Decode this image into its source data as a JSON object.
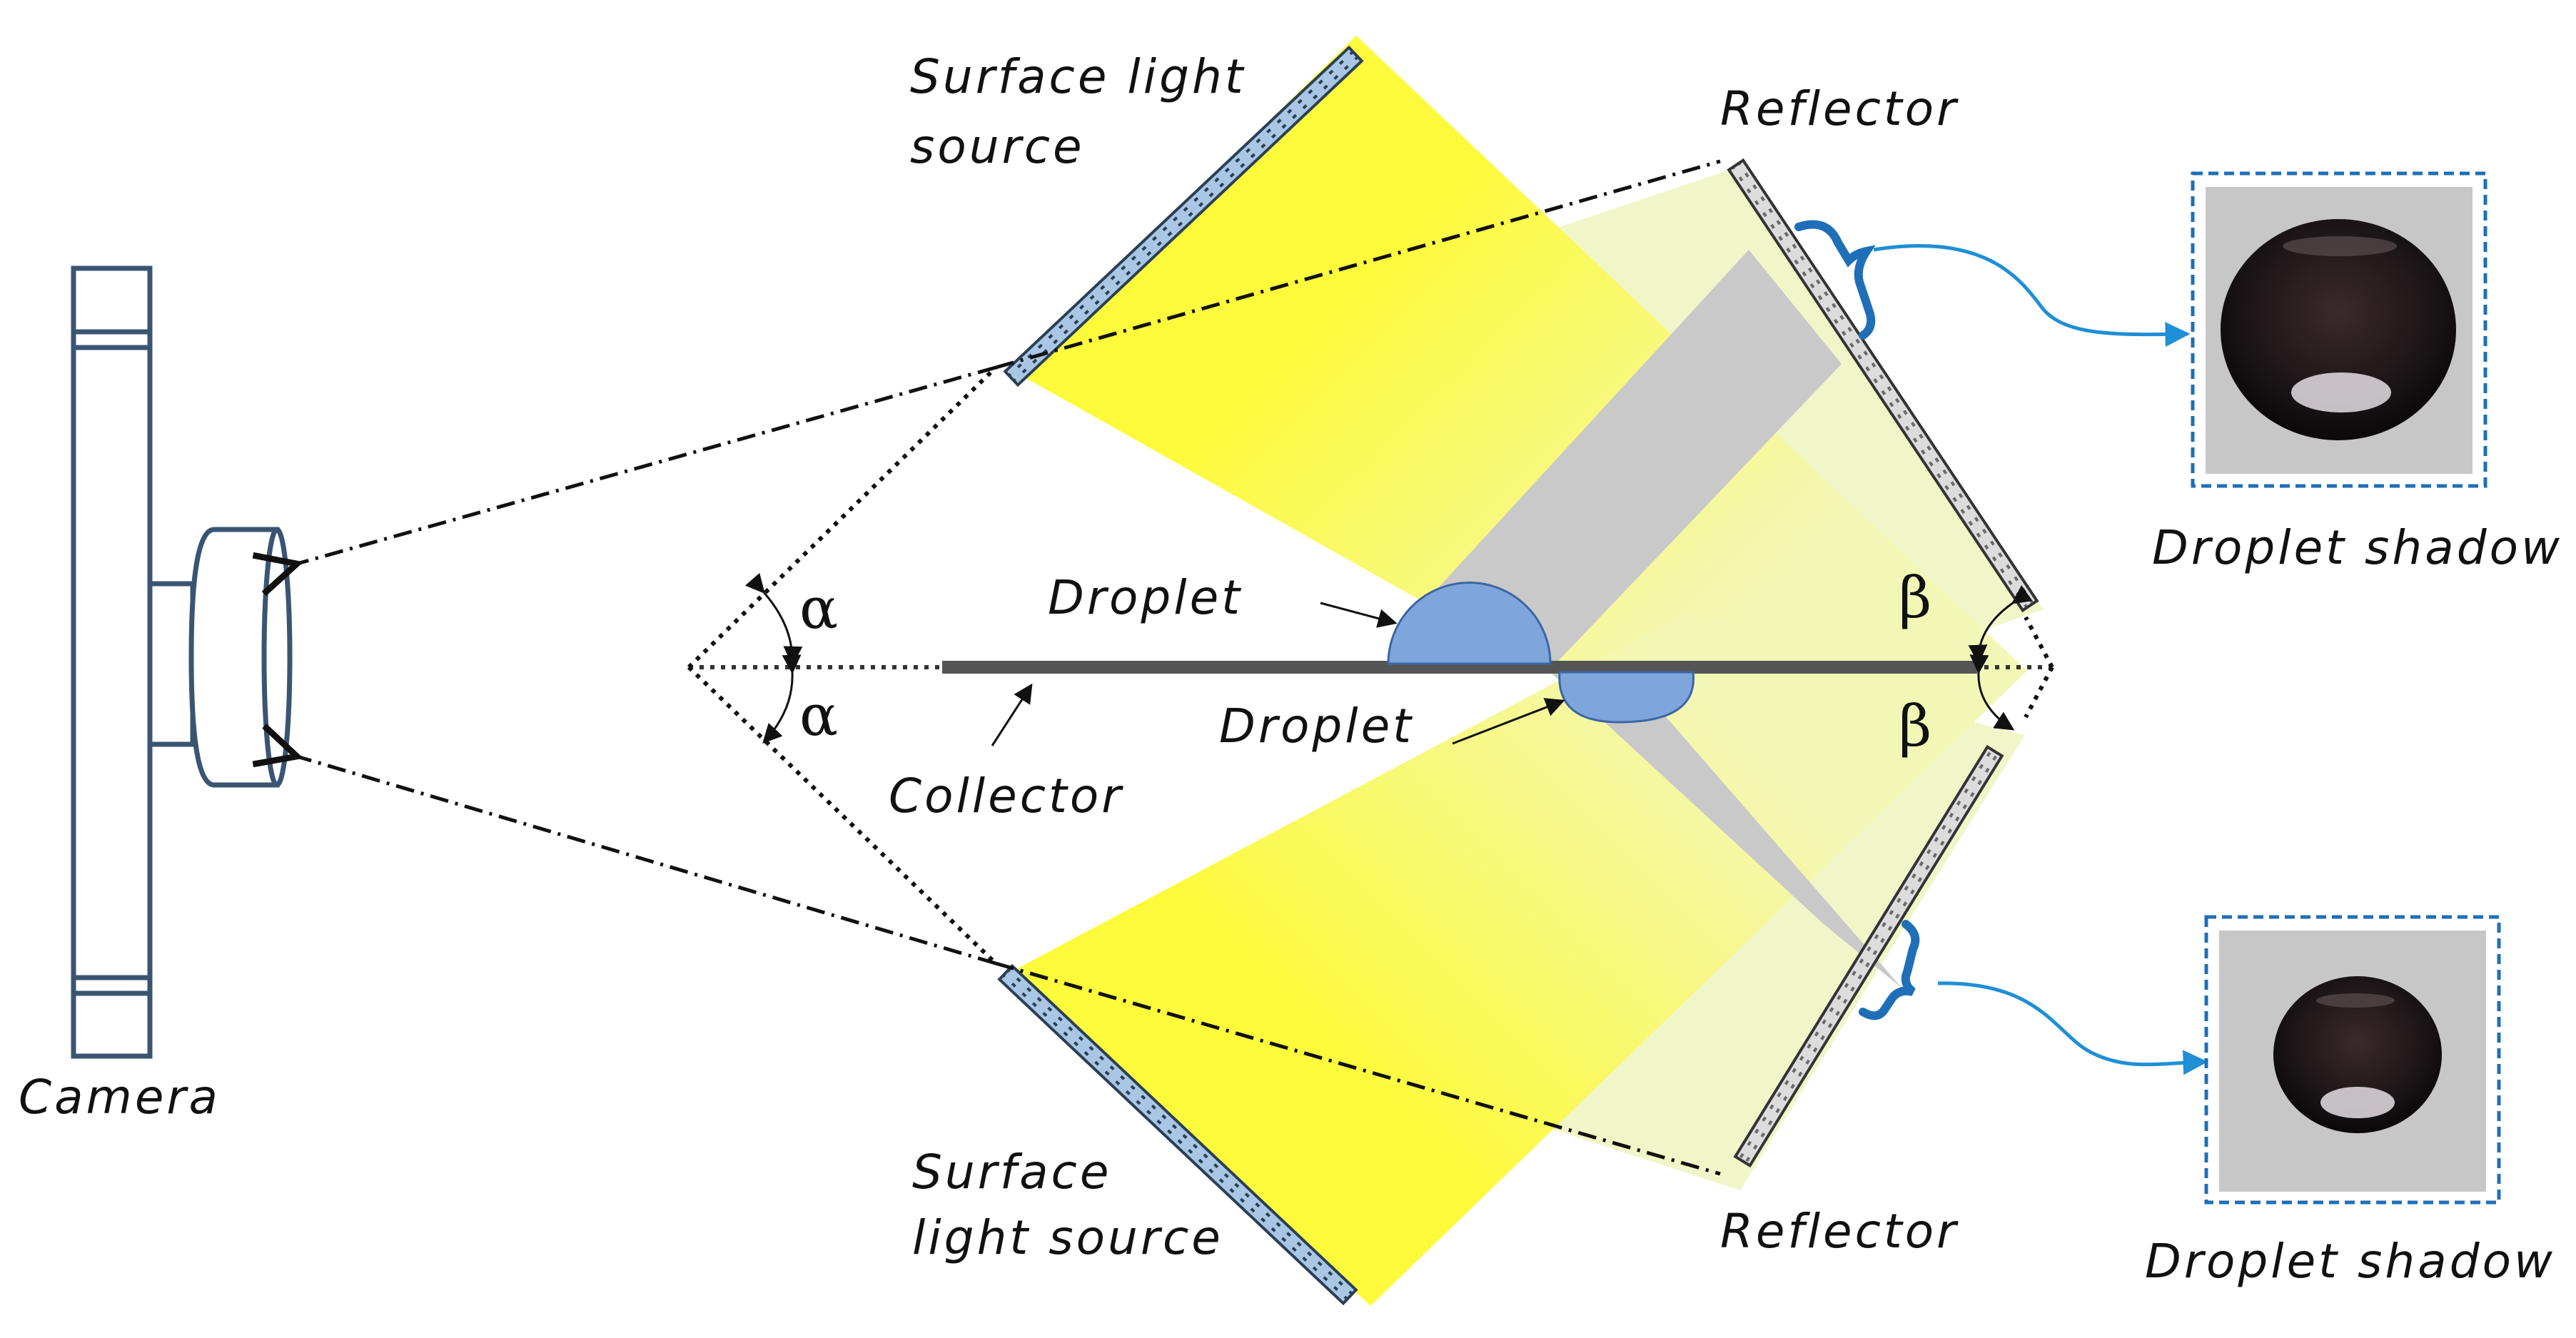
{
  "labels": {
    "camera": "Camera",
    "light_top_line1": "Surface  light",
    "light_top_line2": "source",
    "light_bottom_line1": "Surface",
    "light_bottom_line2": "light  source",
    "reflector_top": "Reflector",
    "reflector_bottom": "Reflector",
    "droplet_top": "Droplet",
    "droplet_bottom": "Droplet",
    "collector": "Collector",
    "shadow_top": "Droplet  shadow",
    "shadow_bottom": "Droplet  shadow",
    "alpha_top": "α",
    "alpha_bottom": "α",
    "beta_top": "β",
    "beta_bottom": "β"
  },
  "colors": {
    "light_beam": "#fdfa3c",
    "reflected_beam": "#f0f5a8",
    "shadow_band": "#c9c9c9",
    "droplet": "#7ea6dc",
    "camera": "#3a5572",
    "collector": "#555555",
    "callout": "#1f8fd6"
  }
}
